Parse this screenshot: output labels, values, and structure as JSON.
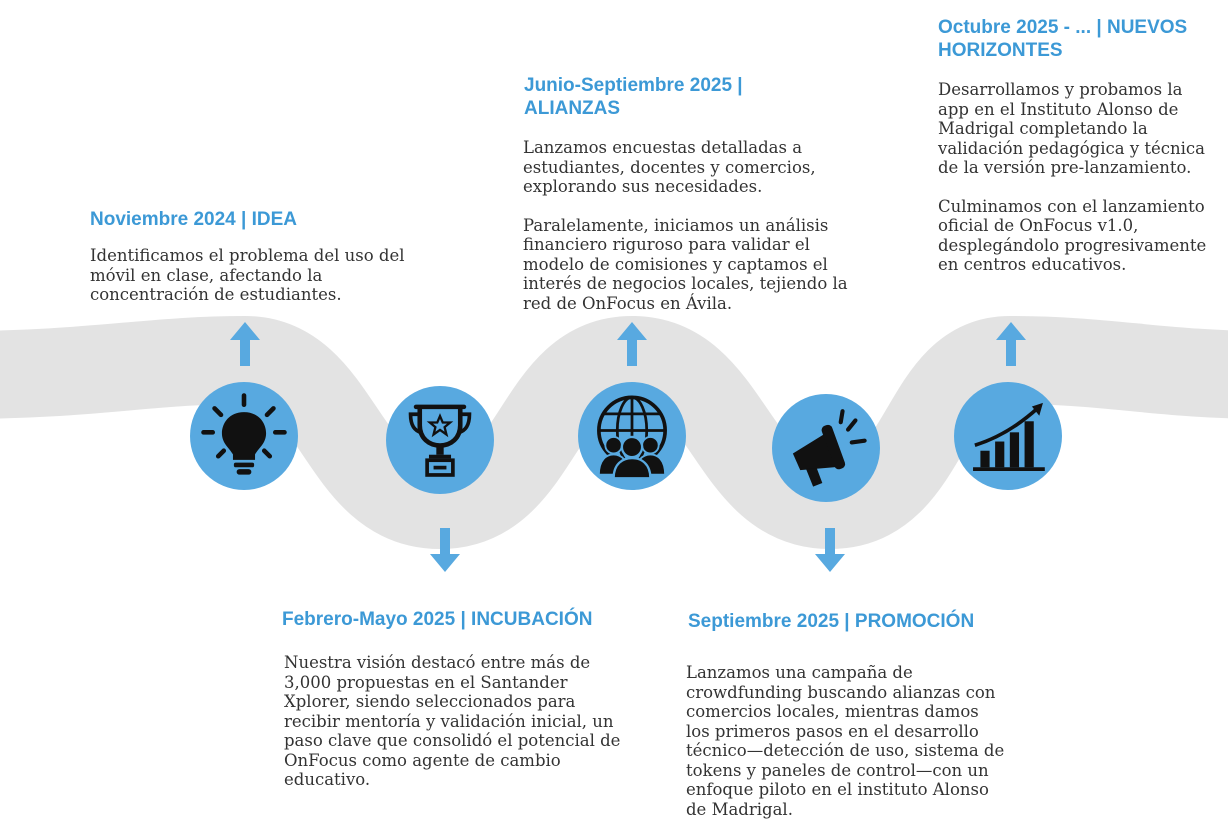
{
  "colors": {
    "accent": "#58a9e0",
    "title": "#3c99d6",
    "wave": "#e3e3e3",
    "text": "#333333"
  },
  "steps": [
    {
      "id": "idea",
      "title": "Noviembre 2024 | IDEA",
      "paragraphs": [
        "Identificamos el problema del uso del móvil en clase, afectando la concentración de estudiantes."
      ],
      "icon": "lightbulb-icon",
      "arrow": "up-arrow-icon"
    },
    {
      "id": "incubacion",
      "title": "Febrero-Mayo 2025 | INCUBACIÓN",
      "paragraphs": [
        "Nuestra visión destacó entre más de 3,000 propuestas en el Santander Xplorer, siendo seleccionados para recibir mentoría y validación inicial, un paso clave que consolidó el potencial de OnFocus como agente de cambio educativo."
      ],
      "icon": "trophy-icon",
      "arrow": "down-arrow-icon"
    },
    {
      "id": "alianzas",
      "title": "Junio-Septiembre 2025 | ALIANZAS",
      "paragraphs": [
        "Lanzamos encuestas detalladas a estudiantes, docentes y comercios, explorando sus necesidades.",
        "Paralelamente, iniciamos un análisis financiero riguroso para validar el modelo de comisiones y captamos el interés de negocios locales, tejiendo la red de OnFocus en Ávila."
      ],
      "icon": "globe-community-icon",
      "arrow": "up-arrow-icon"
    },
    {
      "id": "promocion",
      "title": "Septiembre 2025 | PROMOCIÓN",
      "paragraphs": [
        "Lanzamos una campaña de crowdfunding buscando alianzas con comercios locales, mientras damos los primeros pasos en el desarrollo técnico—detección de uso, sistema de tokens y paneles de control—con un enfoque piloto en el instituto Alonso de Madrigal."
      ],
      "icon": "megaphone-icon",
      "arrow": "down-arrow-icon"
    },
    {
      "id": "horizontes",
      "title": "Octubre 2025 - ... | NUEVOS HORIZONTES",
      "paragraphs": [
        "Desarrollamos y probamos la app en el Instituto Alonso de Madrigal completando la validación pedagógica y técnica de la versión pre-lanzamiento.",
        "Culminamos con el lanzamiento oficial de OnFocus v1.0, desplegándolo progresivamente en centros educativos."
      ],
      "icon": "growth-chart-icon",
      "arrow": "up-arrow-icon"
    }
  ]
}
